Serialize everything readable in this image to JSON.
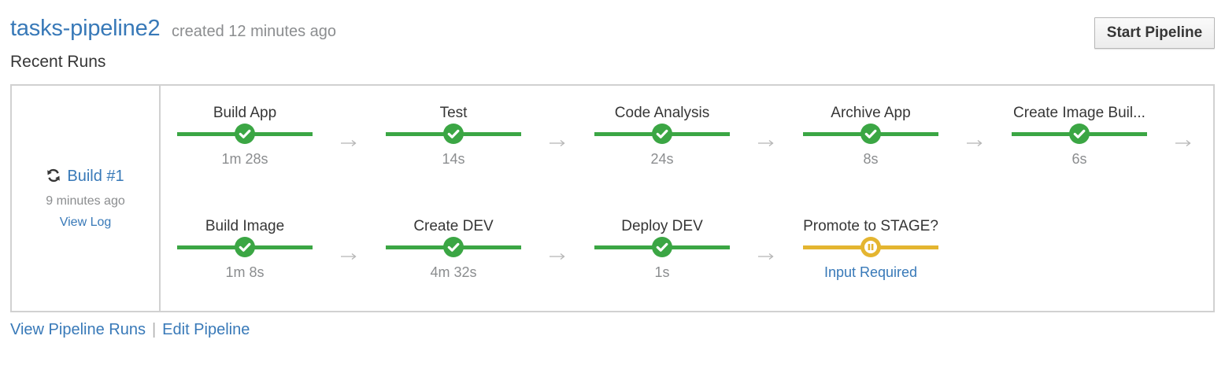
{
  "header": {
    "pipeline_name": "tasks-pipeline2",
    "created": "created 12 minutes ago",
    "start_button": "Start Pipeline"
  },
  "recent_runs_label": "Recent Runs",
  "run": {
    "build_label": "Build #1",
    "build_icon": "sync-icon",
    "time": "9 minutes ago",
    "view_log": "View Log"
  },
  "stages": [
    {
      "name": "Build App",
      "duration": "1m 28s",
      "status": "complete"
    },
    {
      "name": "Test",
      "duration": "14s",
      "status": "complete"
    },
    {
      "name": "Code Analysis",
      "duration": "24s",
      "status": "complete"
    },
    {
      "name": "Archive App",
      "duration": "8s",
      "status": "complete"
    },
    {
      "name": "Create Image Buil...",
      "duration": "6s",
      "status": "complete"
    },
    {
      "name": "Build Image",
      "duration": "1m 8s",
      "status": "complete"
    },
    {
      "name": "Create DEV",
      "duration": "4m 32s",
      "status": "complete"
    },
    {
      "name": "Deploy DEV",
      "duration": "1s",
      "status": "complete"
    },
    {
      "name": "Promote to STAGE?",
      "duration": "Input Required",
      "status": "waiting"
    }
  ],
  "footer": {
    "view_runs": "View Pipeline Runs",
    "separator": "|",
    "edit": "Edit Pipeline"
  },
  "colors": {
    "link": "#3879b8",
    "success": "#3ba644",
    "pending": "#e4b530",
    "border": "#d1d1d1"
  }
}
